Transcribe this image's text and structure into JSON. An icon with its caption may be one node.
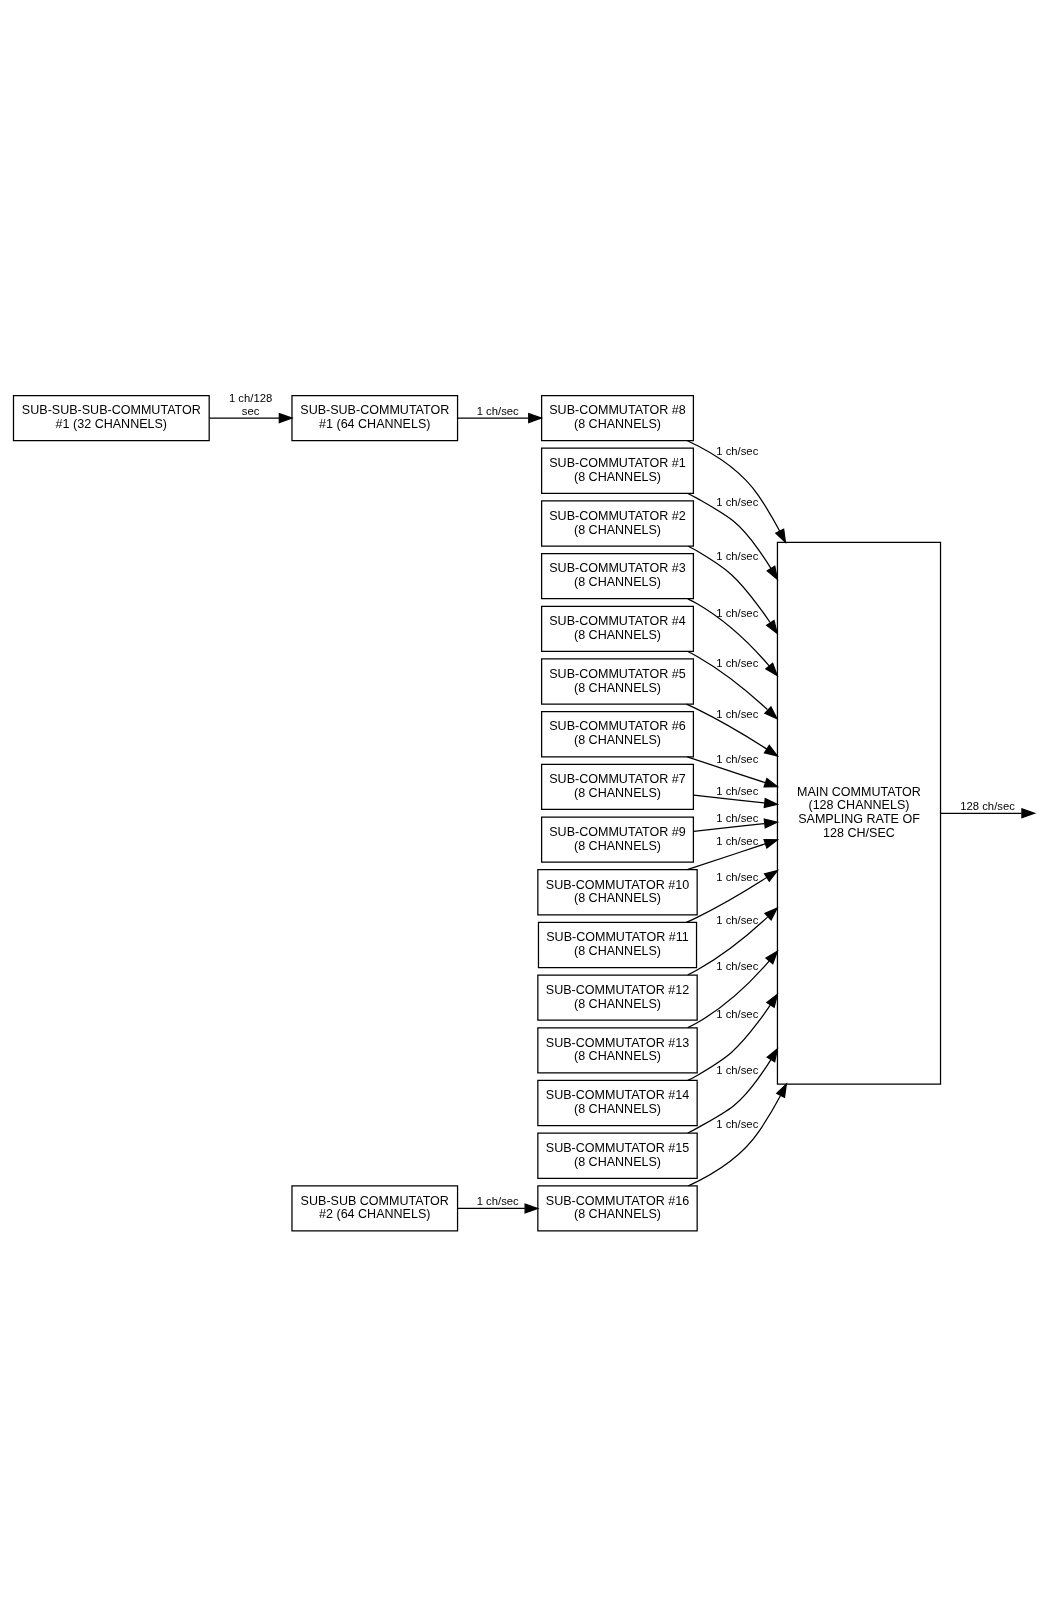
{
  "diagram": {
    "nodes": [
      {
        "text": [
          "SUB-SUB-SUB-COMMUTATOR #1 (32 CHANNELS)"
        ]
      },
      {
        "text": [
          "SUB-SUB-COMMUTATOR #1 (64 CHANNELS)"
        ]
      },
      {
        "text": [
          "SUB-SUB COMMUTATOR #2 (64 CHANNELS)"
        ]
      },
      {
        "text": [
          "SUB-COMMUTATOR #1",
          "(8 CHANNELS)"
        ]
      },
      {
        "text": [
          "SUB-COMMUTATOR #2",
          "(8 CHANNELS)"
        ]
      },
      {
        "text": [
          "SUB-COMMUTATOR #3",
          "(8 CHANNELS)"
        ]
      },
      {
        "text": [
          "SUB-COMMUTATOR #4",
          "(8 CHANNELS)"
        ]
      },
      {
        "text": [
          "SUB-COMMUTATOR #5",
          "(8 CHANNELS)"
        ]
      },
      {
        "text": [
          "SUB-COMMUTATOR #6",
          "(8 CHANNELS)"
        ]
      },
      {
        "text": [
          "SUB-COMMUTATOR #7",
          "(8 CHANNELS)"
        ]
      },
      {
        "text": [
          "SUB-COMMUTATOR #8",
          "(8 CHANNELS)"
        ]
      },
      {
        "text": [
          "SUB-COMMUTATOR #9",
          "(8 CHANNELS)"
        ]
      },
      {
        "text": [
          "SUB-COMMUTATOR #10",
          "(8 CHANNELS)"
        ]
      },
      {
        "text": [
          "SUB-COMMUTATOR #11",
          "(8 CHANNELS)"
        ]
      },
      {
        "text": [
          "SUB-COMMUTATOR #12",
          "(8 CHANNELS)"
        ]
      },
      {
        "text": [
          "SUB-COMMUTATOR #13",
          "(8 CHANNELS)"
        ]
      },
      {
        "text": [
          "SUB-COMMUTATOR #14",
          "(8 CHANNELS)"
        ]
      },
      {
        "text": [
          "SUB-COMMUTATOR #15",
          "(8 CHANNELS)"
        ]
      },
      {
        "text": [
          "SUB-COMMUTATOR #16",
          "(8 CHANNELS)"
        ]
      },
      {
        "text": [
          "MAIN COMMUTATOR (128 CHANNELS)",
          "SAMPLING RATE OF 128 CH/SEC"
        ]
      }
    ],
    "edges": [
      {
        "from": 0,
        "to": 1,
        "arrow": "to",
        "label": "1 ch/128 sec"
      },
      {
        "from": 1,
        "to": 10,
        "arrow": "to",
        "label": "1 ch/sec"
      },
      {
        "from": 2,
        "to": 18,
        "arrow": "to",
        "label": "1 ch/sec"
      },
      {
        "from": 3,
        "to": 19,
        "arrow": "to",
        "label": "1 ch/sec"
      },
      {
        "from": 4,
        "to": 19,
        "arrow": "to",
        "label": "1 ch/sec"
      },
      {
        "from": 5,
        "to": 19,
        "arrow": "to",
        "label": "1 ch/sec"
      },
      {
        "from": 6,
        "to": 19,
        "arrow": "to",
        "label": "1 ch/sec"
      },
      {
        "from": 7,
        "to": 19,
        "arrow": "to",
        "label": "1 ch/sec"
      },
      {
        "from": 8,
        "to": 19,
        "arrow": "to",
        "label": "1 ch/sec"
      },
      {
        "from": 9,
        "to": 19,
        "arrow": "to",
        "label": "1 ch/sec"
      },
      {
        "from": 10,
        "to": 19,
        "arrow": "to",
        "label": "1 ch/sec"
      },
      {
        "from": 11,
        "to": 19,
        "arrow": "to",
        "label": "1 ch/sec"
      },
      {
        "from": 12,
        "to": 19,
        "arrow": "to",
        "label": "1 ch/sec"
      },
      {
        "from": 13,
        "to": 19,
        "arrow": "to",
        "label": "1 ch/sec"
      },
      {
        "from": 14,
        "to": 19,
        "arrow": "to",
        "label": "1 ch/sec"
      },
      {
        "from": 15,
        "to": 19,
        "arrow": "to",
        "label": "1 ch/sec"
      },
      {
        "from": 16,
        "to": 19,
        "arrow": "to",
        "label": "1 ch/sec"
      },
      {
        "from": 17,
        "to": 19,
        "arrow": "to",
        "label": "1 ch/sec"
      },
      {
        "from": 18,
        "to": 19,
        "arrow": "to",
        "label": "1 ch/sec"
      },
      {
        "from": 19,
        "to": null,
        "arrow": "to",
        "label": "128 ch/sec"
      }
    ]
  }
}
